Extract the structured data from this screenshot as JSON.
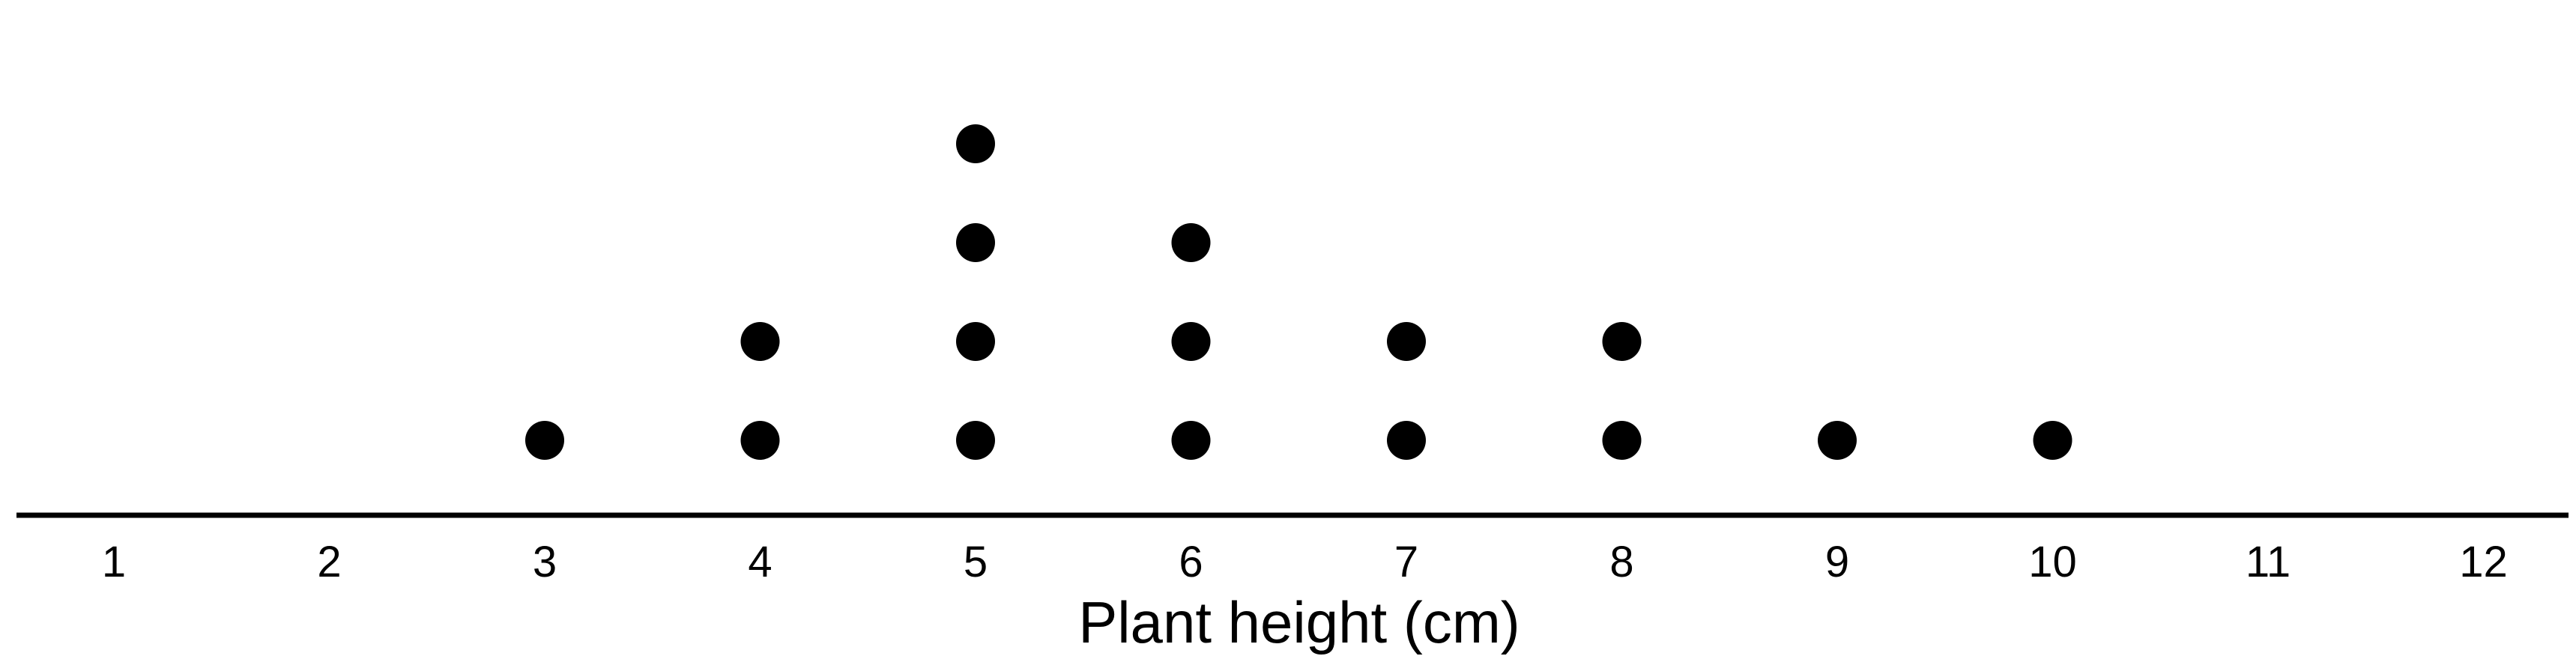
{
  "chart_data": {
    "type": "scatter",
    "subtype": "dot plot",
    "title": "",
    "xlabel": "Plant height (cm)",
    "ylabel": "",
    "xlim": [
      1,
      12
    ],
    "xticks": [
      "1",
      "2",
      "3",
      "4",
      "5",
      "6",
      "7",
      "8",
      "9",
      "10",
      "11",
      "12"
    ],
    "dot_counts": [
      {
        "x": 3,
        "count": 1
      },
      {
        "x": 4,
        "count": 2
      },
      {
        "x": 5,
        "count": 4
      },
      {
        "x": 6,
        "count": 3
      },
      {
        "x": 7,
        "count": 2
      },
      {
        "x": 8,
        "count": 2
      },
      {
        "x": 9,
        "count": 1
      },
      {
        "x": 10,
        "count": 1
      }
    ],
    "grid": false,
    "legend": "none",
    "colors": {
      "dot": "#000000",
      "axis": "#000000",
      "background": "#ffffff"
    }
  }
}
